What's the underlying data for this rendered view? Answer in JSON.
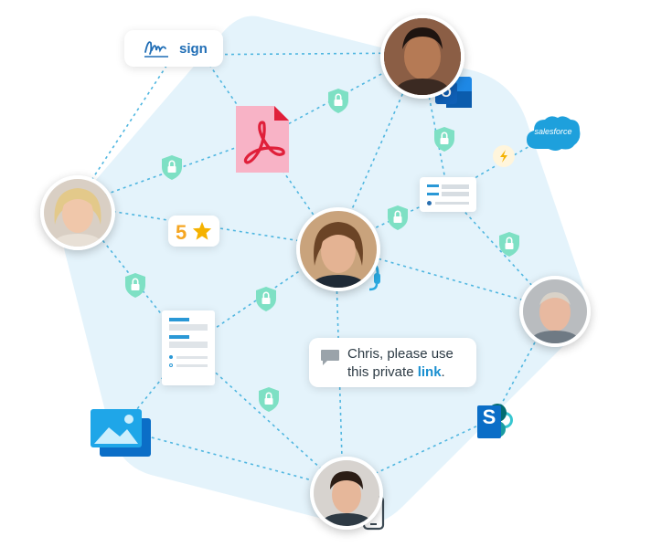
{
  "sign_card": {
    "label": "sign"
  },
  "rating_card": {
    "value": "5"
  },
  "chat_bubble": {
    "line1": "Chris, please use",
    "line2_prefix": "this private ",
    "link_text": "link",
    "line2_suffix": "."
  },
  "salesforce": {
    "label": "salesforce"
  },
  "sharepoint": {
    "letter": "S"
  },
  "outlook": {
    "letter": "O"
  },
  "colors": {
    "hexagon": "#e4f3fb",
    "connector": "#4fb6e0",
    "shield": "#7ee0c4",
    "pdf": "#f8b3c6",
    "pdf_logo": "#e0203a",
    "headset": "#2aa9e0",
    "salesforce": "#1ea0dc",
    "sharepoint": "#0b6ec7",
    "outlook": "#0f5fb5",
    "gallery": "#1fa6e8"
  },
  "icons": [
    "shield-lock-icon",
    "pdf-file-icon",
    "star-icon",
    "chat-bubble-icon",
    "headset-icon",
    "phone-icon",
    "image-gallery-icon",
    "lightning-icon",
    "outlook-logo-icon",
    "sharepoint-logo-icon",
    "salesforce-logo-icon",
    "signature-icon"
  ]
}
